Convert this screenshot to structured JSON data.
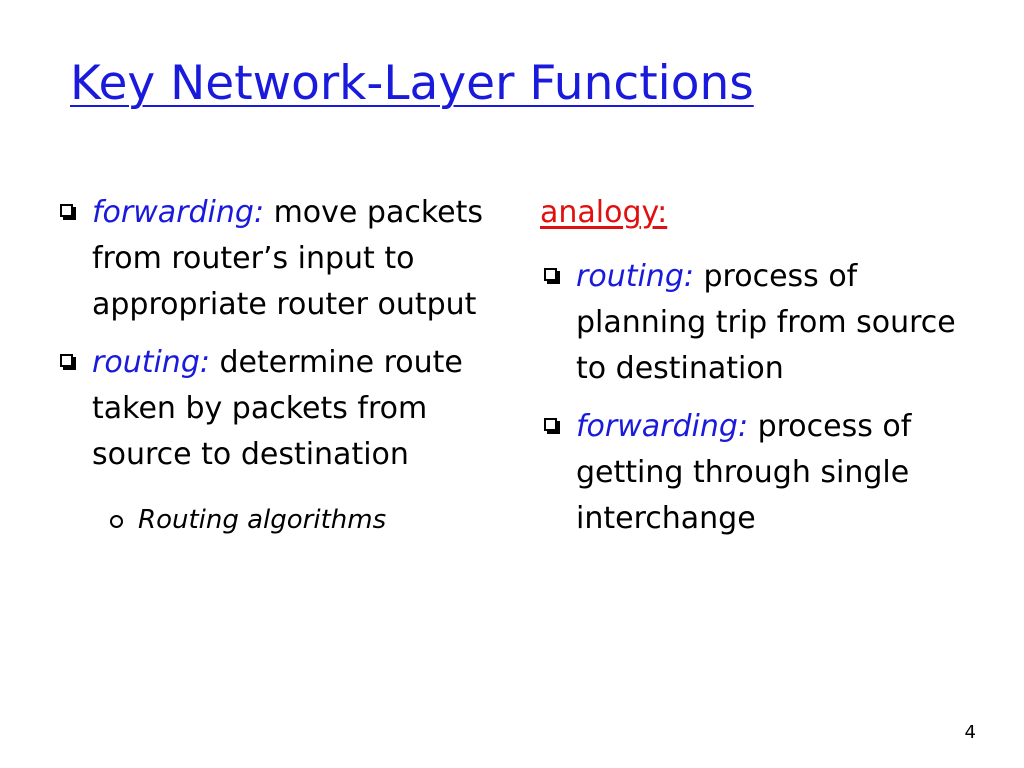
{
  "slide": {
    "title": "Key Network-Layer Functions",
    "page_number": "4"
  },
  "left_column": {
    "bullets": [
      {
        "term": "forwarding:",
        "text": " move packets from router’s input to appropriate router output"
      },
      {
        "term": "routing:",
        "text": " determine route taken by packets from source to destination"
      }
    ],
    "sub_bullets": [
      {
        "text": "Routing algorithms"
      }
    ]
  },
  "right_column": {
    "heading": "analogy:",
    "bullets": [
      {
        "term": "routing:",
        "text": " process of planning trip from source to destination"
      },
      {
        "term": "forwarding:",
        "text": " process of getting through single interchange"
      }
    ]
  },
  "colors": {
    "title": "#1a1adc",
    "term": "#1a1adc",
    "analogy": "#e01010",
    "text": "#000000"
  },
  "icons": {
    "bullet": "square-bullet-icon",
    "sub_bullet": "circle-bullet-icon"
  }
}
